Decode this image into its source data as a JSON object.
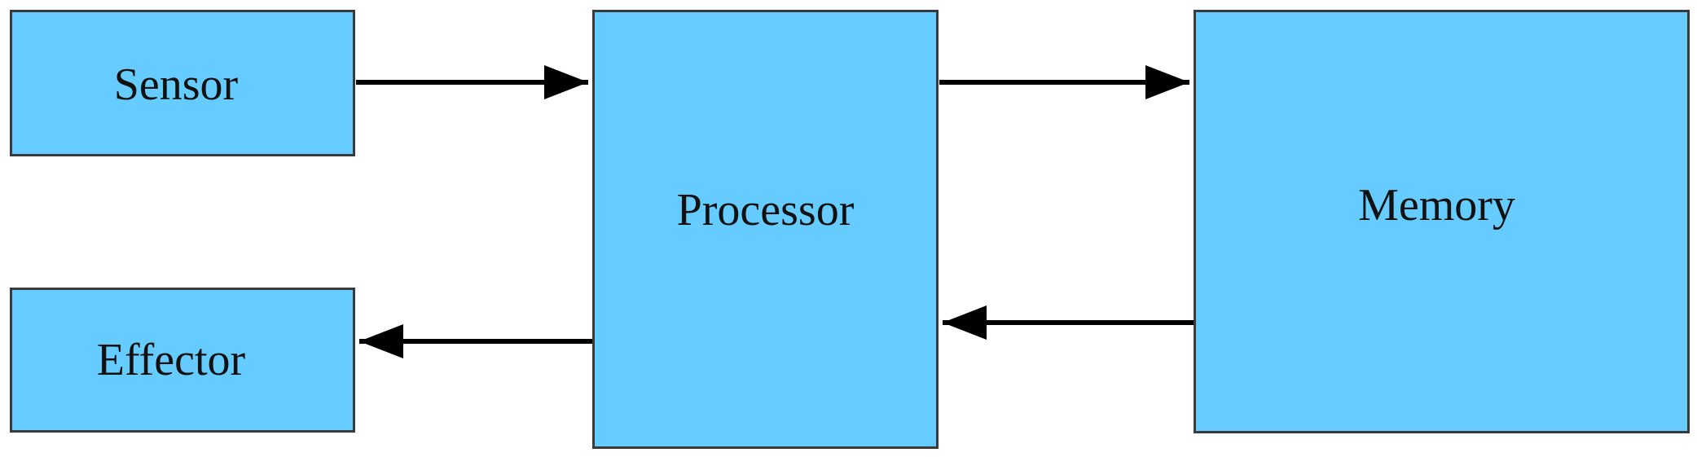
{
  "diagram": {
    "nodes": [
      {
        "id": "sensor",
        "label": "Sensor"
      },
      {
        "id": "processor",
        "label": "Processor"
      },
      {
        "id": "memory",
        "label": "Memory"
      },
      {
        "id": "effector",
        "label": "Effector"
      }
    ],
    "edges": [
      {
        "from": "sensor",
        "to": "processor"
      },
      {
        "from": "processor",
        "to": "memory"
      },
      {
        "from": "memory",
        "to": "processor"
      },
      {
        "from": "processor",
        "to": "effector"
      }
    ],
    "colors": {
      "box_fill": "#66ccff",
      "box_border": "#3a3a3a",
      "arrow": "#000000",
      "background": "#ffffff"
    }
  }
}
